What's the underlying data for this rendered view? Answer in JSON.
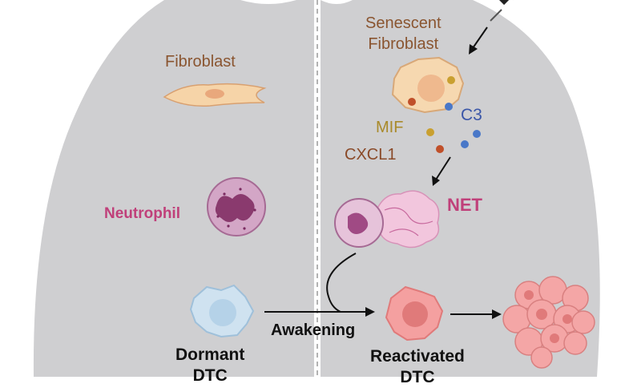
{
  "labels": {
    "fibroblast": "Fibroblast",
    "senescent_fibroblast_line1": "Senescent",
    "senescent_fibroblast_line2": "Fibroblast",
    "mif": "MIF",
    "c3": "C3",
    "cxcl1": "CXCL1",
    "net": "NET",
    "neutrophil": "Neutrophil",
    "awakening": "Awakening",
    "dormant_line1": "Dormant",
    "dormant_line2": "DTC",
    "reactivated_line1": "Reactivated",
    "reactivated_line2": "DTC"
  },
  "colors": {
    "lung": "#cfcfd1",
    "fibroblast": "#f6d4a8",
    "neutrophil": "#c890b8",
    "net": "#f2c6dd",
    "dormant_dtc": "#cfe2f0",
    "reactivated_dtc": "#f4a0a0",
    "syringe": "#7a2fa8"
  },
  "icons": [
    "syringe-icon",
    "fibroblast-icon",
    "senescent-fibroblast-icon",
    "neutrophil-icon",
    "net-icon",
    "dormant-dtc-icon",
    "reactivated-dtc-icon",
    "tumor-cluster-icon"
  ]
}
